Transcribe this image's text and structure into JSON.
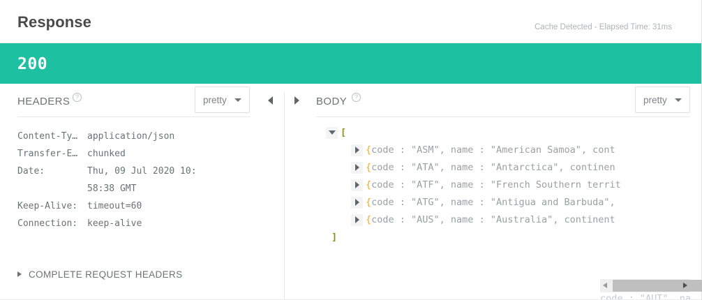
{
  "header": {
    "title": "Response",
    "meta": "Cache Detected - Elapsed Time: 31ms"
  },
  "status": {
    "code": "200",
    "color": "#1dc0a0"
  },
  "headers_panel": {
    "label": "HEADERS",
    "help_icon": "help-circle-icon",
    "format_selected": "pretty",
    "collapse_icon": "chevron-left-icon",
    "rows": [
      {
        "key": "Content-Ty…",
        "value": "application/json"
      },
      {
        "key": "Transfer-E…",
        "value": "chunked"
      },
      {
        "key": "Date:",
        "value": "Thu, 09 Jul 2020 10:58:38 GMT"
      },
      {
        "key": "Keep-Alive:",
        "value": "timeout=60"
      },
      {
        "key": "Connection:",
        "value": "keep-alive"
      }
    ],
    "complete_request_headers": "COMPLETE REQUEST HEADERS",
    "complete_request_headers_icon": "triangle-right-icon"
  },
  "body_panel": {
    "label": "BODY",
    "help_icon": "help-circle-icon",
    "expand_icon": "chevron-right-icon",
    "format_selected": "pretty",
    "tree": {
      "open_bracket": "[",
      "close_bracket": "]",
      "root_toggle_icon": "triangle-down-icon",
      "child_toggle_icon": "triangle-right-icon",
      "brace": "{",
      "rows": [
        "code :  \"ASM\",  name :  \"American Samoa\",  cont",
        "code :  \"ATA\",  name :  \"Antarctica\",  continen",
        "code :  \"ATF\",  name :  \"French Southern territ",
        "code :  \"ATG\",  name :  \"Antigua and Barbuda\",",
        "code :  \"AUS\",  name :  \"Australia\",  continent"
      ],
      "clipped_row": "code :  \"AUT\",  name :  \"Austria\",  continent"
    },
    "scrollbar": {
      "left_arrow_icon": "triangle-left-icon",
      "right_arrow_icon": "triangle-right-icon"
    }
  }
}
